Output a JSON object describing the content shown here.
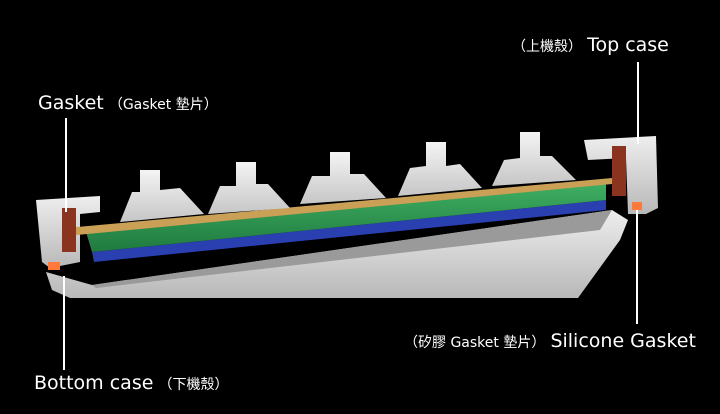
{
  "labels": {
    "top_case": {
      "cn": "（上機殼）",
      "en": "Top case"
    },
    "gasket": {
      "en": "Gasket",
      "cn": "（Gasket 墊片）"
    },
    "silicone_gasket": {
      "cn": "（矽膠 Gasket 墊片）",
      "en": "Silicone Gasket"
    },
    "bottom_case": {
      "en": "Bottom case",
      "cn": "（下機殼）"
    }
  },
  "colors": {
    "background": "#000000",
    "case": "#d9d9d9",
    "plate": "#c9a055",
    "pcb": "#2f9a55",
    "bottom_layer": "#2a3fb0",
    "gasket": "#8a3420",
    "silicone": "#ff7a3a",
    "switch": "#e9e9e9",
    "leader_line": "#ffffff"
  }
}
